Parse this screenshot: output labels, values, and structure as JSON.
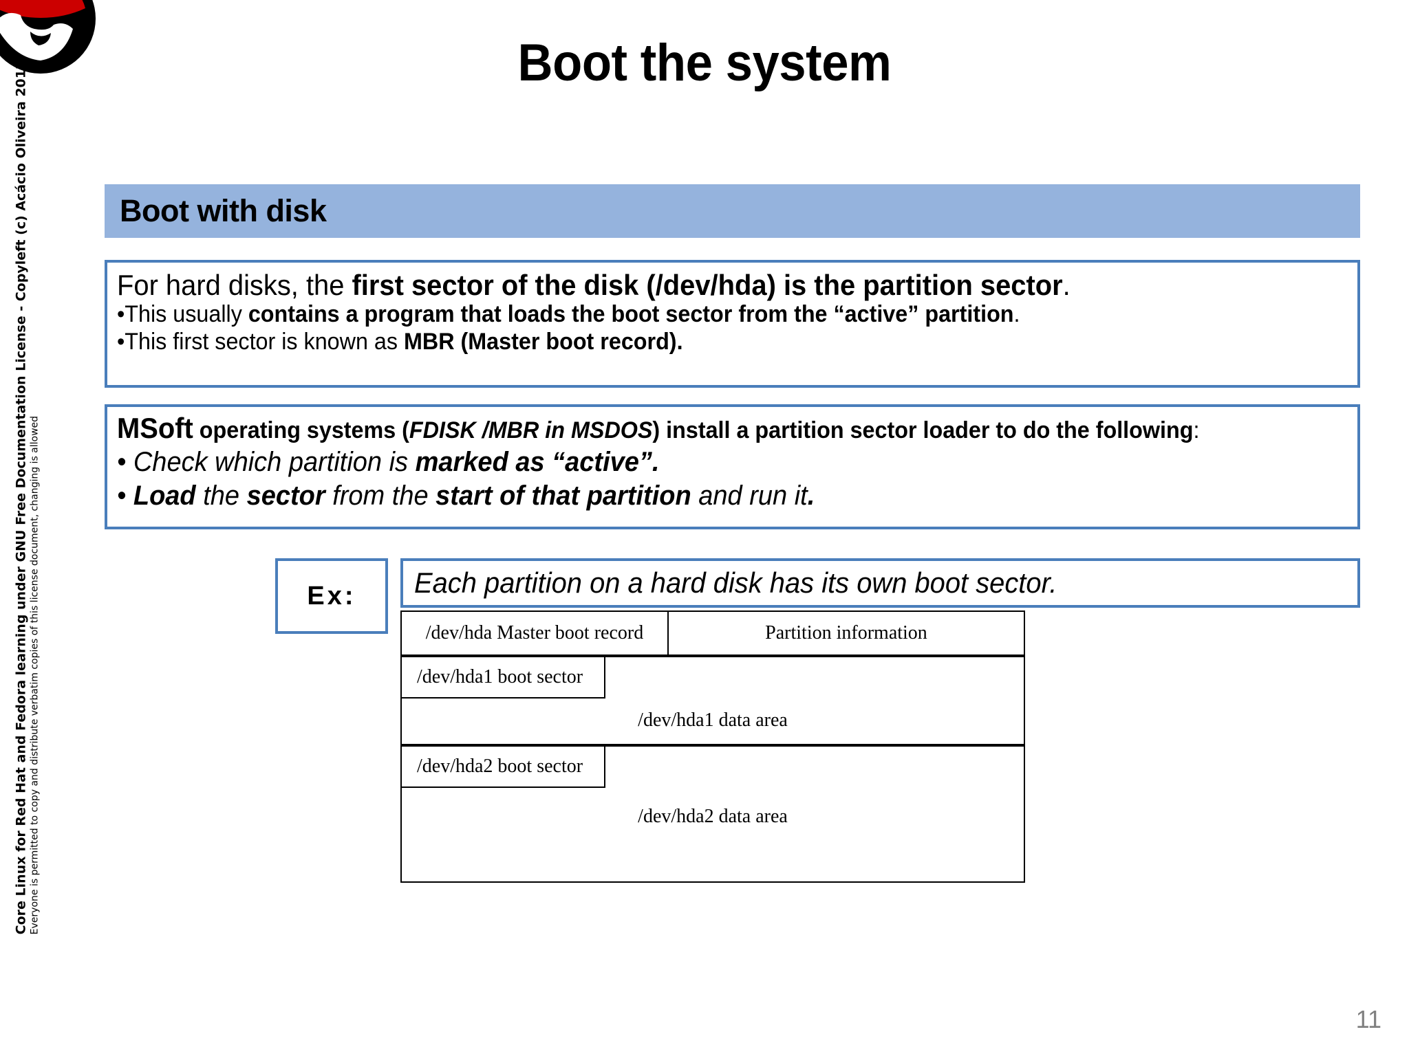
{
  "logo": {
    "icon": "redhat-shadowman-logo"
  },
  "title": "Boot the system",
  "page_number": "11",
  "sidebar": {
    "line1": "Core Linux for Red Hat and Fedora learning under GNU Free Documentation License - Copyleft (c) Acácio Oliveira 2012",
    "line2": "Everyone is permitted to copy and distribute verbatim copies of this license document, changing is allowed"
  },
  "section": {
    "header": "Boot with disk",
    "header_color": "#95b3dd",
    "border_color": "#4a7ebb"
  },
  "hard_disk_box": {
    "main_1": "For hard disks, the ",
    "main_2_bold": "first sector of the disk (/dev/hda) is the partition sector",
    "main_3": ".",
    "bullet1_1": "•This usually ",
    "bullet1_2_bold": "contains a program that loads the boot sector from the “active” partition",
    "bullet1_3": ".",
    "bullet2_1": "•This first sector is known as ",
    "bullet2_2_bold": "MBR (Master boot record)."
  },
  "msoft_box": {
    "head_1": "MSoft",
    "head_2": " operating systems (",
    "head_3_italic": "FDISK /MBR in MSDOS",
    "head_4": ") install a partition sector loader to do the following",
    "head_5": ":",
    "bullet1_1": "• Check which partition is ",
    "bullet1_2_bold": "marked as “active”.",
    "bullet2_1": "• ",
    "bullet2_2_bold": "Load",
    "bullet2_3": " the ",
    "bullet2_4_bold": "sector",
    "bullet2_5": " from the ",
    "bullet2_6_bold": "start of that partition",
    "bullet2_7": " and run it",
    "bullet2_8_bold": "."
  },
  "example": {
    "label": "Ex:",
    "text": "Each partition on a hard disk has its own boot sector."
  },
  "diagram": {
    "rows": [
      {
        "left": "/dev/hda Master boot record",
        "right": "Partition information"
      },
      {
        "boot": "/dev/hda1 boot sector",
        "area": "/dev/hda1 data area"
      },
      {
        "boot": "/dev/hda2 boot sector",
        "area": "/dev/hda2 data area"
      }
    ]
  }
}
